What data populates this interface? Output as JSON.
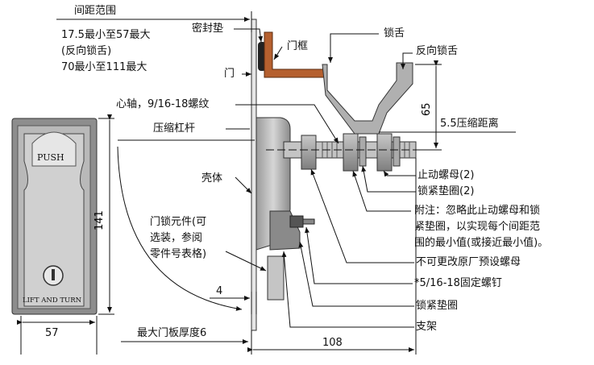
{
  "labels": {
    "spacing_range": "间距范围",
    "range_line1": "17.5最小至57最大",
    "range_line2": "(反向锁舌)",
    "range_line3": "70最小至111最大",
    "gasket": "密封垫",
    "door_frame": "门框",
    "door": "门",
    "latch": "锁舌",
    "reverse_latch": "反向锁舌",
    "spindle": "心轴，9/16-18螺纹",
    "compression_lever": "压缩杠杆",
    "dim_65": "65",
    "compression_distance": "5.5压缩距离",
    "housing": "壳体",
    "stop_nut": "止动螺母(2)",
    "lock_washer_2": "锁紧垫圈(2)",
    "note_line1": "附注：忽略此止动螺母和锁",
    "note_line2": "紧垫圈，以实现每个间距范",
    "note_line3": "围的最小值(或接近最小值)。",
    "lock_element_line1": "门锁元件(可",
    "lock_element_line2": "选装，参阅",
    "lock_element_line3": "零件号表格)",
    "preset_nut": "不可更改原厂预设螺母",
    "fixing_screw": "*5/16-18固定螺钉",
    "dim_141": "141",
    "dim_4": "4",
    "lock_washer": "锁紧垫圈",
    "bracket": "支架",
    "dim_57": "57",
    "max_door_thickness": "最大门板厚度6",
    "dim_108": "108",
    "push_text": "PUSH",
    "lift_turn_text": "LIFT AND TURN"
  },
  "colors": {
    "line": "#111111",
    "metal": "#b8b8b8",
    "metal_dark": "#8a8a8a",
    "frame": "#b5602f",
    "gasket": "#222222"
  }
}
